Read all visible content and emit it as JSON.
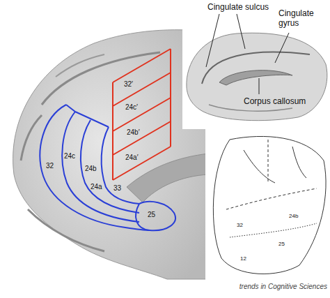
{
  "diagram": {
    "labels": [
      "Cingulate sulcus",
      "Cingulate gyrus",
      "Corpus callosum",
      "32′",
      "24c′",
      "24b′",
      "24a′",
      "24c",
      "24b",
      "24a",
      "32",
      "33",
      "25",
      "32",
      "25",
      "12",
      "24b",
      "trends in Cognitive Sciences"
    ]
  }
}
